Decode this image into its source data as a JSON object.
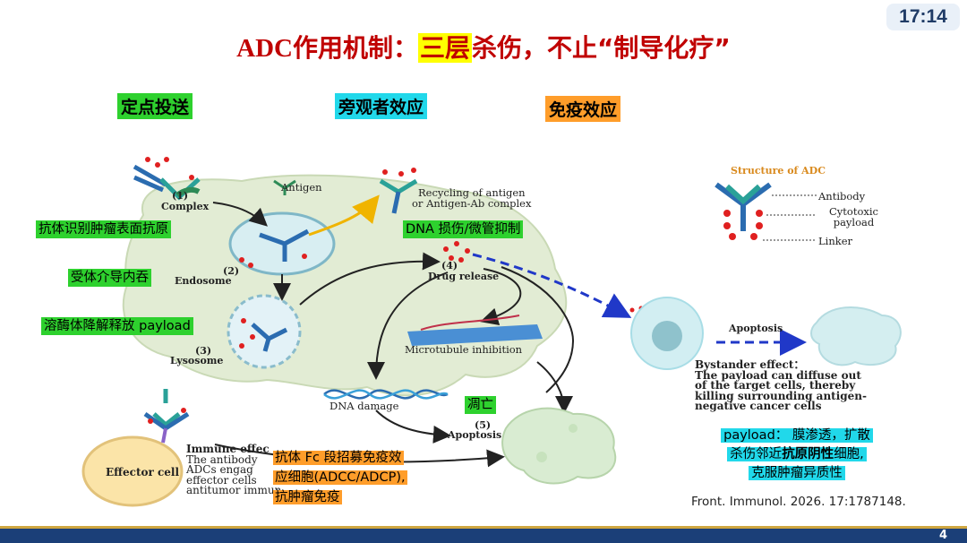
{
  "clock": "17:14",
  "title": {
    "prefix": "ADC",
    "part1": "作用机制：",
    "highlight": "三层",
    "part2": "杀伤，不止“制导化疗”"
  },
  "headings": {
    "targeted_delivery": "定点投送",
    "bystander_effect": "旁观者效应",
    "immune_effect": "免疫效应"
  },
  "annotations": {
    "antibody_recognition": "抗体识别肿瘤表面抗原",
    "receptor_endocytosis": "受体介导内吞",
    "lysosome_release": "溶酶体降解释放 payload",
    "dna_damage_microtubule": "DNA 损伤/微管抑制",
    "apoptosis": "凋亡",
    "immune_fc_1": "抗体 Fc 段招募免疫效",
    "immune_fc_2": "应细胞(ADCC/ADCP),",
    "immune_fc_3": "抗肿瘤免疫",
    "payload_1": "payload： 膜渗透，扩散",
    "payload_2a": "杀伤邻近",
    "payload_2b": "抗原阴性",
    "payload_2c": "细胞,",
    "payload_3": "克服肿瘤异质性"
  },
  "diagram": {
    "complex_num": "(1)",
    "complex": "Complex",
    "antigen": "Antigen",
    "recycling_1": "Recycling of antigen",
    "recycling_2": "or Antigen-Ab complex",
    "endosome_num": "(2)",
    "endosome": "Endosome",
    "lysosome_num": "(3)",
    "lysosome": "Lysosome",
    "drug_release_num": "(4)",
    "drug_release": "Drug release",
    "microtubule": "Microtubule inhibition",
    "dna_damage": "DNA damage",
    "apoptosis_num": "(5)",
    "apoptosis": "Apoptosis",
    "apoptosis_right": "Apoptosis",
    "effector_cell": "Effector cell",
    "immune_1": "Immune effec",
    "immune_2": "The antibody",
    "immune_3": "ADCs engag",
    "immune_4": "effector cells",
    "immune_5": "antitumor immun",
    "bystander_title": "Bystander effect：",
    "bystander_1": "The payload can diffuse out",
    "bystander_2": "of the target cells, thereby",
    "bystander_3": "killing surrounding antigen-",
    "bystander_4": "negative cancer cells",
    "structure_title": "Structure of ADC",
    "antibody": "Antibody",
    "cytotoxic_1": "Cytotoxic",
    "cytotoxic_2": "payload",
    "linker": "Linker"
  },
  "citation": "Front. Immunol. 2026. 17:1787148.",
  "page_number": "4"
}
